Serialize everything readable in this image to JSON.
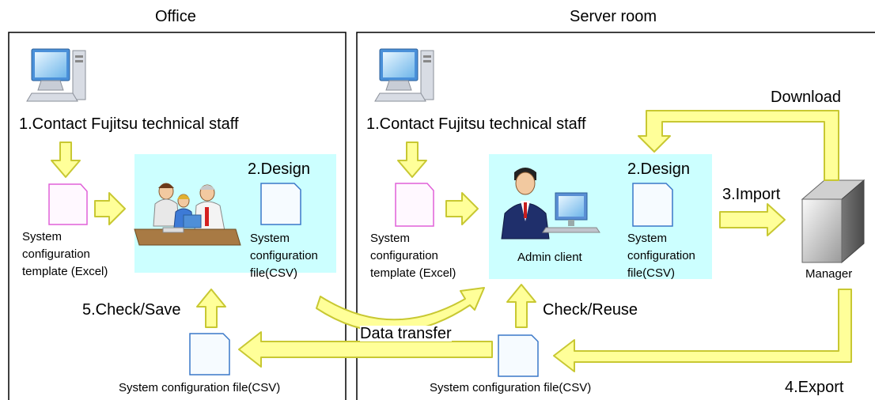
{
  "office": {
    "title": "Office",
    "contact": "1.Contact Fujitsu technical staff",
    "template": [
      "System",
      "configuration",
      "template (Excel)"
    ],
    "design": "2.Design",
    "file": [
      "System",
      "configuration",
      "file(CSV)"
    ],
    "check_save": "5.Check/Save",
    "bottom_file": "System configuration file(CSV)"
  },
  "server_room": {
    "title": "Server room",
    "contact": "1.Contact Fujitsu technical staff",
    "template": [
      "System",
      "configuration",
      "template (Excel)"
    ],
    "design": "2.Design",
    "admin_client": "Admin client",
    "file": [
      "System",
      "configuration",
      "file(CSV)"
    ],
    "check_reuse": "Check/Reuse",
    "bottom_file": "System configuration file(CSV)",
    "download": "Download",
    "import": "3.Import",
    "export": "4.Export",
    "manager": "Manager"
  },
  "data_transfer": "Data transfer",
  "colors": {
    "arrow_fill": "#ffff99",
    "arrow_stroke": "#c8c832",
    "design_area": "#ccffff",
    "doc_blue_stroke": "#3a78c8",
    "doc_pink_stroke": "#e060d8",
    "frame": "#000000"
  }
}
